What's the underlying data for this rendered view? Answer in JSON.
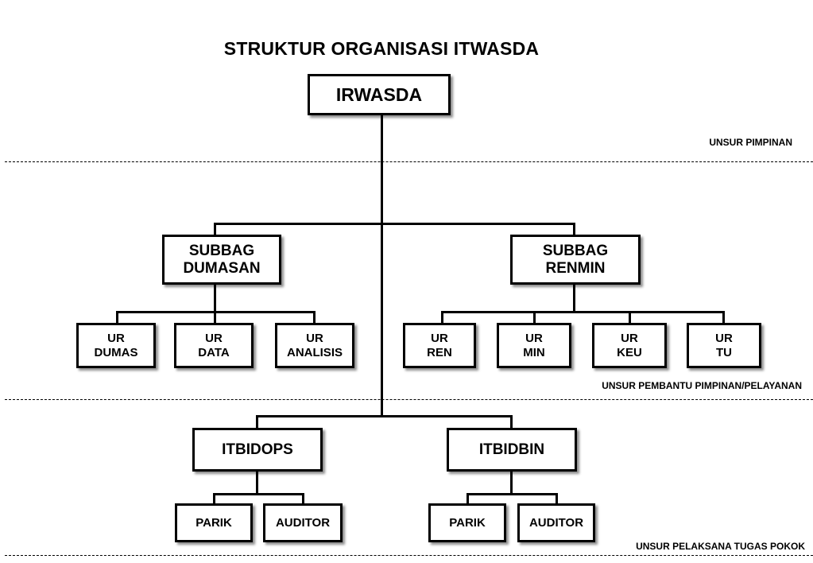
{
  "title": "STRUKTUR ORGANISASI ITWASDA",
  "head": {
    "label": "IRWASDA"
  },
  "zones": {
    "pimpinan": "UNSUR PIMPINAN",
    "pembantu": "UNSUR  PEMBANTU PIMPINAN/PELAYANAN",
    "pelaksana": "UNSUR PELAKSANA TUGAS POKOK"
  },
  "subbag": [
    {
      "label": "SUBBAG\nDUMASAN",
      "units": [
        "UR\nDUMAS",
        "UR\nDATA",
        "UR\nANALISIS"
      ]
    },
    {
      "label": "SUBBAG\nRENMIN",
      "units": [
        "UR\nREN",
        "UR\nMIN",
        "UR\nKEU",
        "UR\nTU"
      ]
    }
  ],
  "itbid": [
    {
      "label": "ITBIDOPS",
      "units": [
        "PARIK",
        "AUDITOR"
      ]
    },
    {
      "label": "ITBIDBIN",
      "units": [
        "PARIK",
        "AUDITOR"
      ]
    }
  ]
}
